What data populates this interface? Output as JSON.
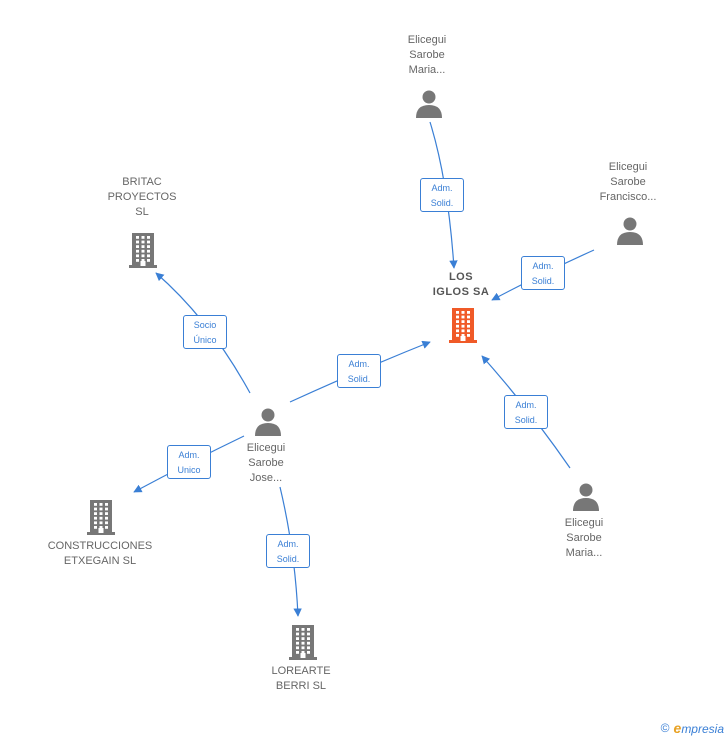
{
  "colors": {
    "edge": "#3a7fd5",
    "person": "#777777",
    "company": "#777777",
    "main_company": "#f05a28"
  },
  "nodes": [
    {
      "id": "los_iglos",
      "type": "company",
      "main": true,
      "label": "LOS\nIGLOS SA"
    },
    {
      "id": "britac",
      "type": "company",
      "label": "BRITAC\nPROYECTOS\nSL"
    },
    {
      "id": "construcciones",
      "type": "company",
      "label": "CONSTRUCCIONES\nETXEGAIN SL"
    },
    {
      "id": "lorearte",
      "type": "company",
      "label": "LOREARTE\nBERRI SL"
    },
    {
      "id": "jose",
      "type": "person",
      "label": "Elicegui\nSarobe\nJose..."
    },
    {
      "id": "maria_top",
      "type": "person",
      "label": "Elicegui\nSarobe\nMaria..."
    },
    {
      "id": "francisco",
      "type": "person",
      "label": "Elicegui\nSarobe\nFrancisco..."
    },
    {
      "id": "maria_bottom",
      "type": "person",
      "label": "Elicegui\nSarobe\nMaria..."
    }
  ],
  "edges": [
    {
      "from": "maria_top",
      "to": "los_iglos",
      "label": "Adm.\nSolid."
    },
    {
      "from": "francisco",
      "to": "los_iglos",
      "label": "Adm.\nSolid."
    },
    {
      "from": "jose",
      "to": "los_iglos",
      "label": "Adm.\nSolid."
    },
    {
      "from": "maria_bottom",
      "to": "los_iglos",
      "label": "Adm.\nSolid."
    },
    {
      "from": "jose",
      "to": "britac",
      "label": "Socio\nÚnico"
    },
    {
      "from": "jose",
      "to": "construcciones",
      "label": "Adm.\nUnico"
    },
    {
      "from": "jose",
      "to": "lorearte",
      "label": "Adm.\nSolid."
    }
  ],
  "footer": {
    "copyright": "©",
    "brand_initial": "e",
    "brand_rest": "mpresia"
  }
}
